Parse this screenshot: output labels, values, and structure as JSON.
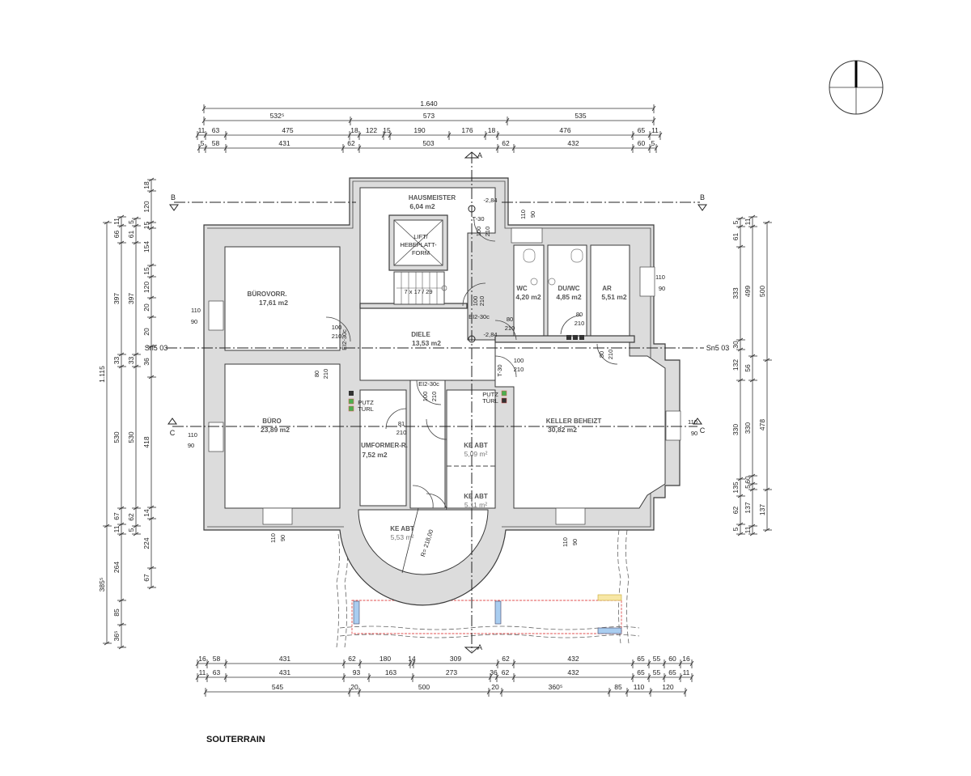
{
  "title": "SOUTERRAIN",
  "compass_icon": "north-arrow",
  "rooms": [
    {
      "name": "BÜROVORR.",
      "area": "17,61 m2"
    },
    {
      "name": "BÜRO",
      "area": "23,89 m2"
    },
    {
      "name": "HAUSMEISTER",
      "area": "6,04 m2"
    },
    {
      "name": "DIELE",
      "area": "13,53 m2"
    },
    {
      "name": "WC",
      "area": "4,20 m2"
    },
    {
      "name": "DU/WC",
      "area": "4,85 m2"
    },
    {
      "name": "AR",
      "area": "5,51 m2"
    },
    {
      "name": "UMFORMER-R.",
      "area": "7,52 m2"
    },
    {
      "name": "KE ABT",
      "area": "5,09 m²"
    },
    {
      "name": "KE ABT",
      "area": "5,11 m²"
    },
    {
      "name": "KE ABT",
      "area": "5,53 m²"
    },
    {
      "name": "KELLER BEHEIZT",
      "area": "30,82 m2"
    }
  ],
  "lift": [
    "LIFT/",
    "HEBEPLATT-",
    "FORM"
  ],
  "stair": "7 x 17 / 29",
  "radius": "R= 218,00",
  "sections": {
    "a": "A",
    "b": "B",
    "c": "C",
    "sn": "Sn5 03"
  },
  "levels": [
    "-2,84",
    "-2,84"
  ],
  "windows": [
    {
      "w": "110",
      "h": "90"
    },
    {
      "w": "110",
      "h": "90"
    },
    {
      "w": "110",
      "h": "90"
    },
    {
      "w": "110",
      "h": "90"
    },
    {
      "w": "110",
      "h": "90"
    },
    {
      "w": "110",
      "h": "90"
    },
    {
      "w": "110",
      "h": "90"
    }
  ],
  "doors": [
    {
      "w": "100",
      "h": "210"
    },
    {
      "w": "80",
      "h": "210"
    },
    {
      "w": "100",
      "h": "210"
    },
    {
      "w": "100",
      "h": "210"
    },
    {
      "w": "80",
      "h": "210"
    },
    {
      "w": "100",
      "h": "210"
    },
    {
      "w": "80",
      "h": "210"
    },
    {
      "w": "80",
      "h": "210"
    },
    {
      "w": "100",
      "h": "210"
    },
    {
      "w": "81",
      "h": "210"
    }
  ],
  "fire_ratings": [
    "EI2-30c",
    "EI2-30c",
    "EI2-30c",
    "T-30",
    "T-30"
  ],
  "putz": [
    [
      "PUTZ",
      "TÜRL"
    ],
    [
      "PUTZ",
      "TÜRL"
    ]
  ],
  "dimensions": {
    "top": [
      [
        "1.640"
      ],
      [
        "532⁵",
        "573",
        "535"
      ],
      [
        "11",
        "63",
        "475",
        "18",
        "122",
        "15",
        "190",
        "176",
        "18",
        "476",
        "65",
        "11"
      ],
      [
        "5",
        "58",
        "431",
        "62",
        "503",
        "62",
        "432",
        "60",
        "5"
      ]
    ],
    "bottom": [
      [
        "16",
        "58",
        "431",
        "62",
        "180",
        "14",
        "309",
        "62",
        "432",
        "65",
        "55",
        "60",
        "16"
      ],
      [
        "11",
        "63",
        "431",
        "93",
        "163",
        "273",
        "36",
        "62",
        "432",
        "65",
        "55",
        "65",
        "11"
      ],
      [
        "545",
        "20",
        "500",
        "20",
        "360⁵",
        "85",
        "110",
        "120"
      ]
    ],
    "left": [
      [
        "18",
        "120",
        "15",
        "154",
        "15",
        "120",
        "20",
        "20",
        "36",
        "418",
        "14",
        "224",
        "67"
      ],
      [
        "5",
        "61",
        "397",
        "33",
        "530",
        "62",
        "5"
      ],
      [
        "11",
        "66",
        "397",
        "33",
        "530",
        "67",
        "11",
        "264",
        "85",
        "36⁵"
      ],
      [
        "1.115",
        "385⁵"
      ]
    ],
    "right": [
      [
        "5",
        "61",
        "333",
        "30",
        "132",
        "330",
        "135",
        "62",
        "5"
      ],
      [
        "11",
        "499",
        "56",
        "330",
        "60",
        "5",
        "137",
        "11"
      ],
      [
        "500",
        "478",
        "137"
      ]
    ]
  },
  "colors": {
    "wall": "#dcdcdc",
    "terrace_line": "#e05050",
    "column": "#a9cdf0",
    "marker": "#f2d77a"
  }
}
